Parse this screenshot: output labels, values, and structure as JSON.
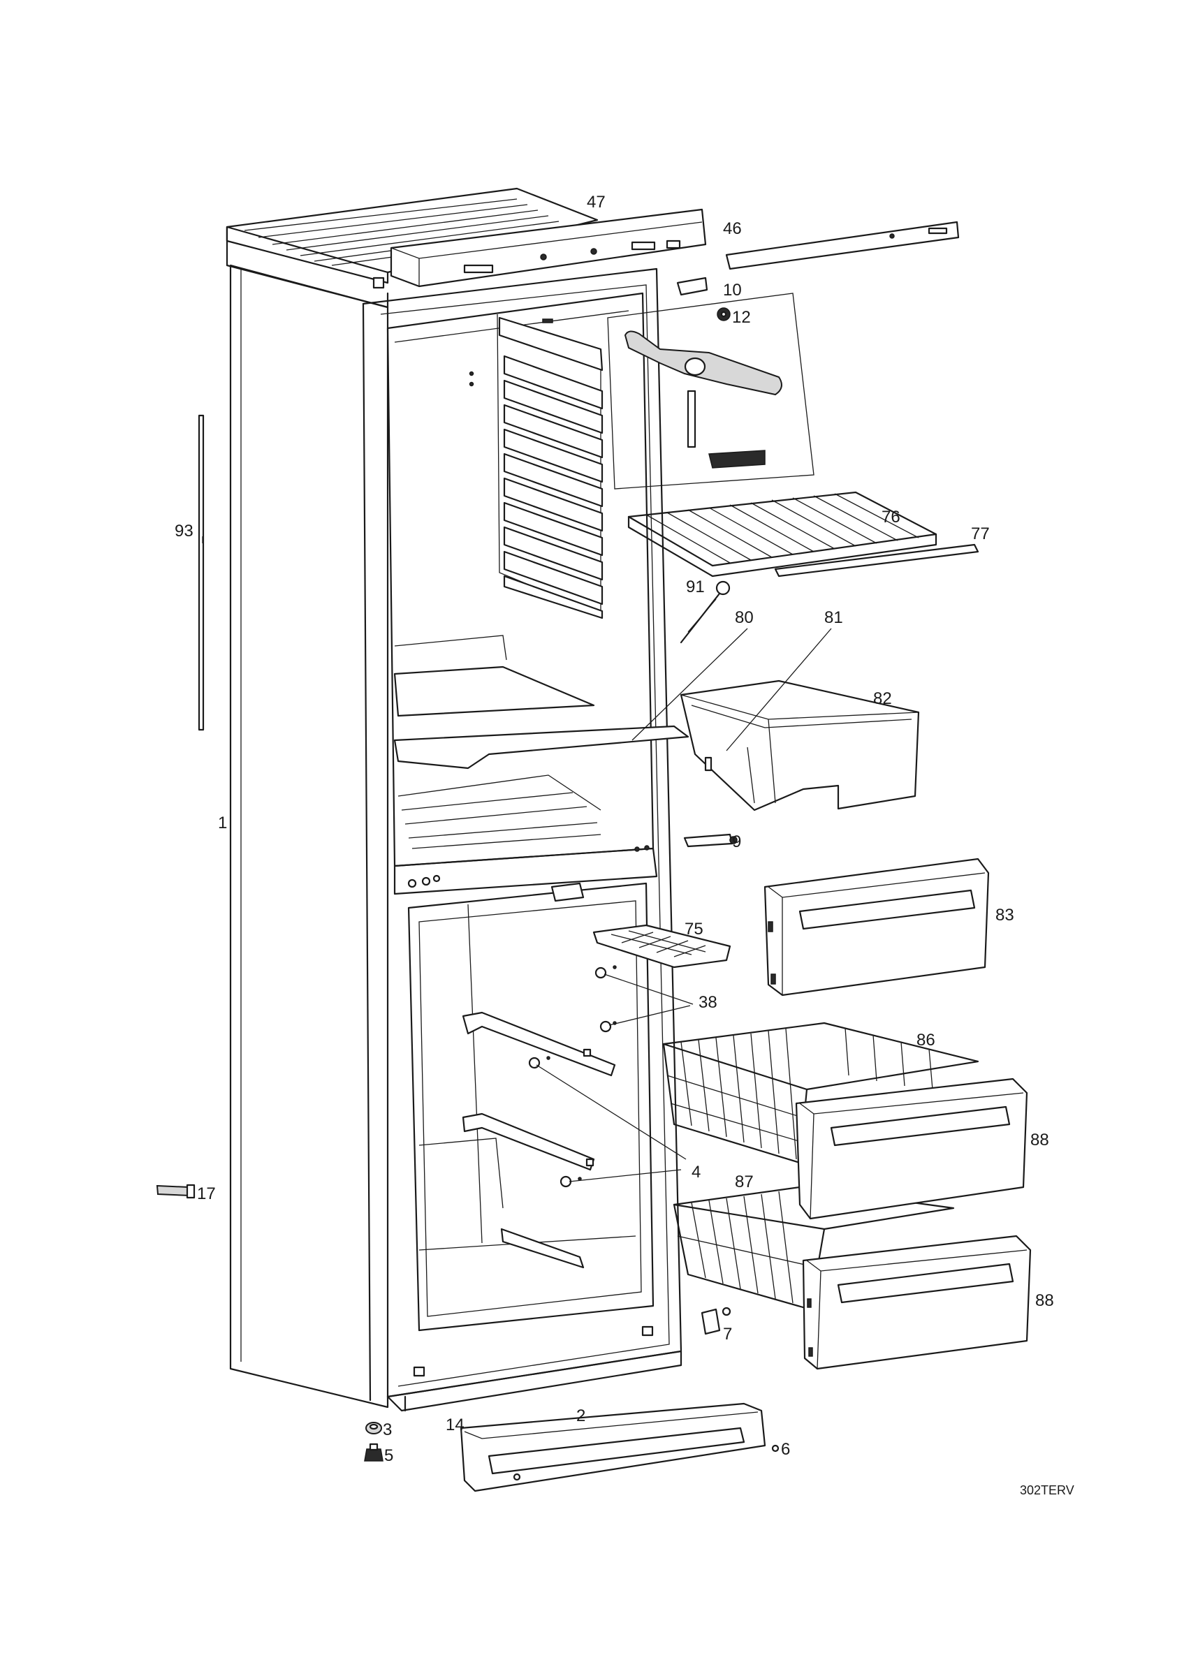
{
  "diagram_code": "302TERV",
  "labels": {
    "p1": "1",
    "p2": "2",
    "p3": "3",
    "p4": "4",
    "p5": "5",
    "p6": "6",
    "p7": "7",
    "p9": "9",
    "p10": "10",
    "p12": "12",
    "p14": "14",
    "p17": "17",
    "p38": "38",
    "p46": "46",
    "p47": "47",
    "p75": "75",
    "p76": "76",
    "p77": "77",
    "p80": "80",
    "p81": "81",
    "p82": "82",
    "p83": "83",
    "p86": "86",
    "p87": "87",
    "p88a": "88",
    "p88b": "88",
    "p91": "91",
    "p93": "93"
  }
}
